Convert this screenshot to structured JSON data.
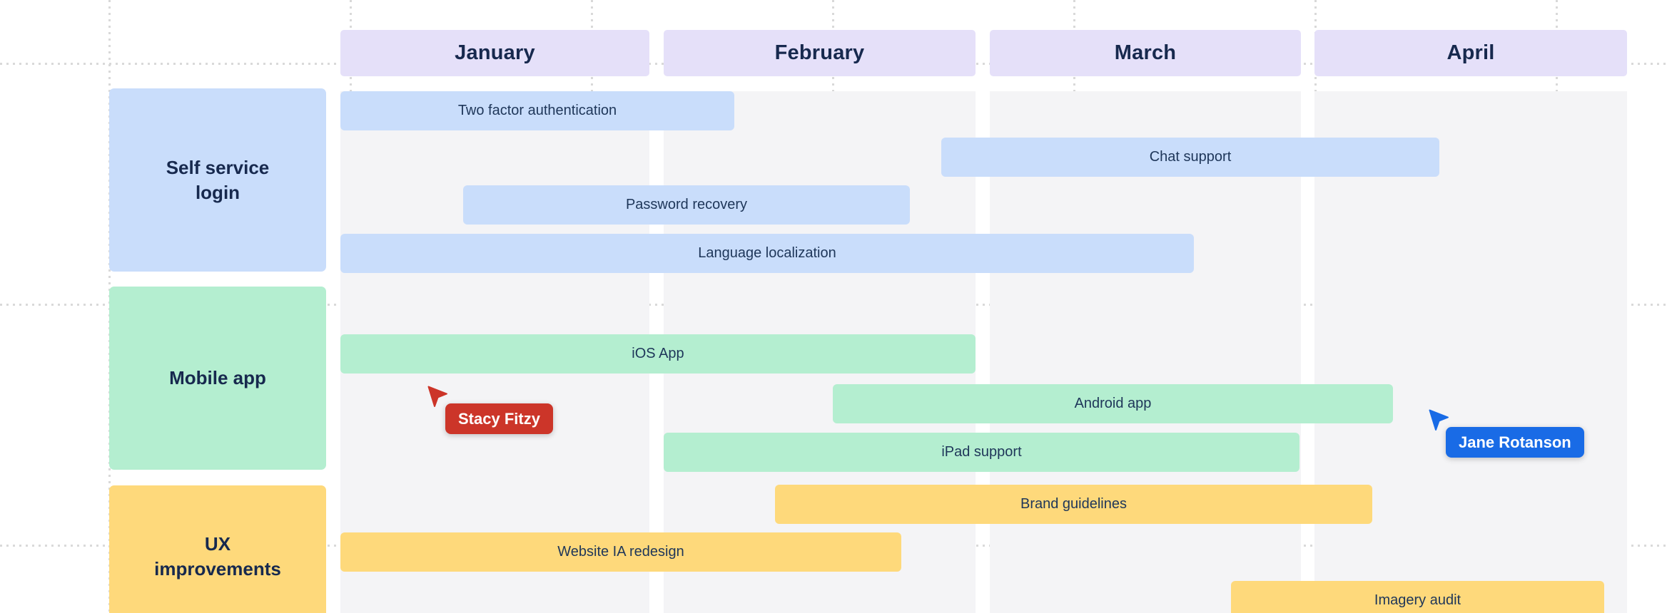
{
  "board": {
    "type": "roadmap-timeline-whiteboard",
    "months": [
      {
        "label": "January"
      },
      {
        "label": "February"
      },
      {
        "label": "March"
      },
      {
        "label": "April"
      }
    ],
    "categories": [
      {
        "label": "Self service\nlogin",
        "color": "#c9ddfb"
      },
      {
        "label": "Mobile app",
        "color": "#b4eed0"
      },
      {
        "label": "UX\nimprovements",
        "color": "#fed97b"
      }
    ],
    "tasks": [
      {
        "label": "Two factor authentication",
        "category": "Self service login",
        "color": "#c9ddfb"
      },
      {
        "label": "Chat support",
        "category": "Self service login",
        "color": "#c9ddfb"
      },
      {
        "label": "Password recovery",
        "category": "Self service login",
        "color": "#c9ddfb"
      },
      {
        "label": "Language localization",
        "category": "Self service login",
        "color": "#c9ddfb"
      },
      {
        "label": "iOS App",
        "category": "Mobile app",
        "color": "#b4eed0"
      },
      {
        "label": "Android app",
        "category": "Mobile app",
        "color": "#b4eed0"
      },
      {
        "label": "iPad support",
        "category": "Mobile app",
        "color": "#b4eed0"
      },
      {
        "label": "Brand guidelines",
        "category": "UX improvements",
        "color": "#fed97b"
      },
      {
        "label": "Website IA redesign",
        "category": "UX improvements",
        "color": "#fed97b"
      },
      {
        "label": "Imagery audit",
        "category": "UX improvements",
        "color": "#fed97b"
      }
    ],
    "cursors": [
      {
        "name": "Stacy Fitzy",
        "color": "#cc3529"
      },
      {
        "name": "Jane Rotanson",
        "color": "#196be6"
      }
    ],
    "colors": {
      "month_header_bg": "#e5e0f9",
      "column_bg": "#f4f4f6",
      "grid_dots": "#d9d9d9",
      "heading_text": "#17294e",
      "bar_text": "#1e3659",
      "canvas_bg": "#ffffff"
    }
  }
}
